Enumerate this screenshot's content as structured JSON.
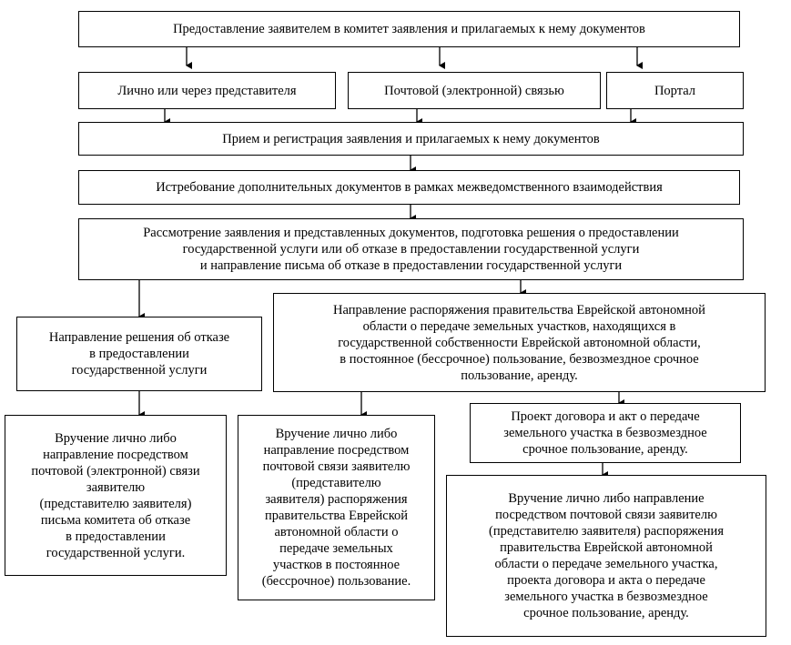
{
  "diagram": {
    "nodes": {
      "submission": "Предоставление заявителем в комитет заявления и прилагаемых к нему документов",
      "in_person": "Лично или через представителя",
      "by_mail": "Почтовой (электронной) связью",
      "portal": "Портал",
      "reception": "Прием и регистрация заявления и прилагаемых к нему документов",
      "interagency": "Истребование дополнительных документов в рамках межведомственного взаимодействия",
      "review": "Рассмотрение заявления и представленных документов, подготовка решения о предоставлении\nгосударственной услуги или об отказе в предоставлении государственной услуги\nи направление письма об отказе в предоставлении государственной услуги",
      "refusal_decision": "Направление решения об отказе\nв предоставлении\nгосударственной услуги",
      "government_order": "Направление распоряжения правительства Еврейской автономной\nобласти о передаче земельных участков, находящихся в\nгосударственной собственности Еврейской автономной области,\nв постоянное (бессрочное) пользование, безвозмездное срочное\nпользование, аренду.",
      "contract_draft": "Проект договора и акт о передаче\nземельного участка в безвозмездное\nсрочное пользование, аренду.",
      "deliver_refusal": "Вручение лично либо\nнаправление посредством\nпочтовой (электронной) связи\nзаявителю\n(представителю заявителя)\nписьма комитета об отказе\nв предоставлении\nгосударственной услуги.",
      "deliver_order": "Вручение лично либо\nнаправление посредством\nпочтовой связи заявителю\n(представителю\nзаявителя) распоряжения\nправительства Еврейской\nавтономной области о\nпередаче земельных\nучастков в постоянное\n(бессрочное) пользование.",
      "deliver_contract": "Вручение лично либо направление\nпосредством почтовой связи заявителю\n(представителю заявителя) распоряжения\nправительства Еврейской автономной\nобласти о передаче земельного участка,\nпроекта договора и акта о передаче\nземельного участка в безвозмездное\nсрочное пользование, аренду."
    }
  }
}
